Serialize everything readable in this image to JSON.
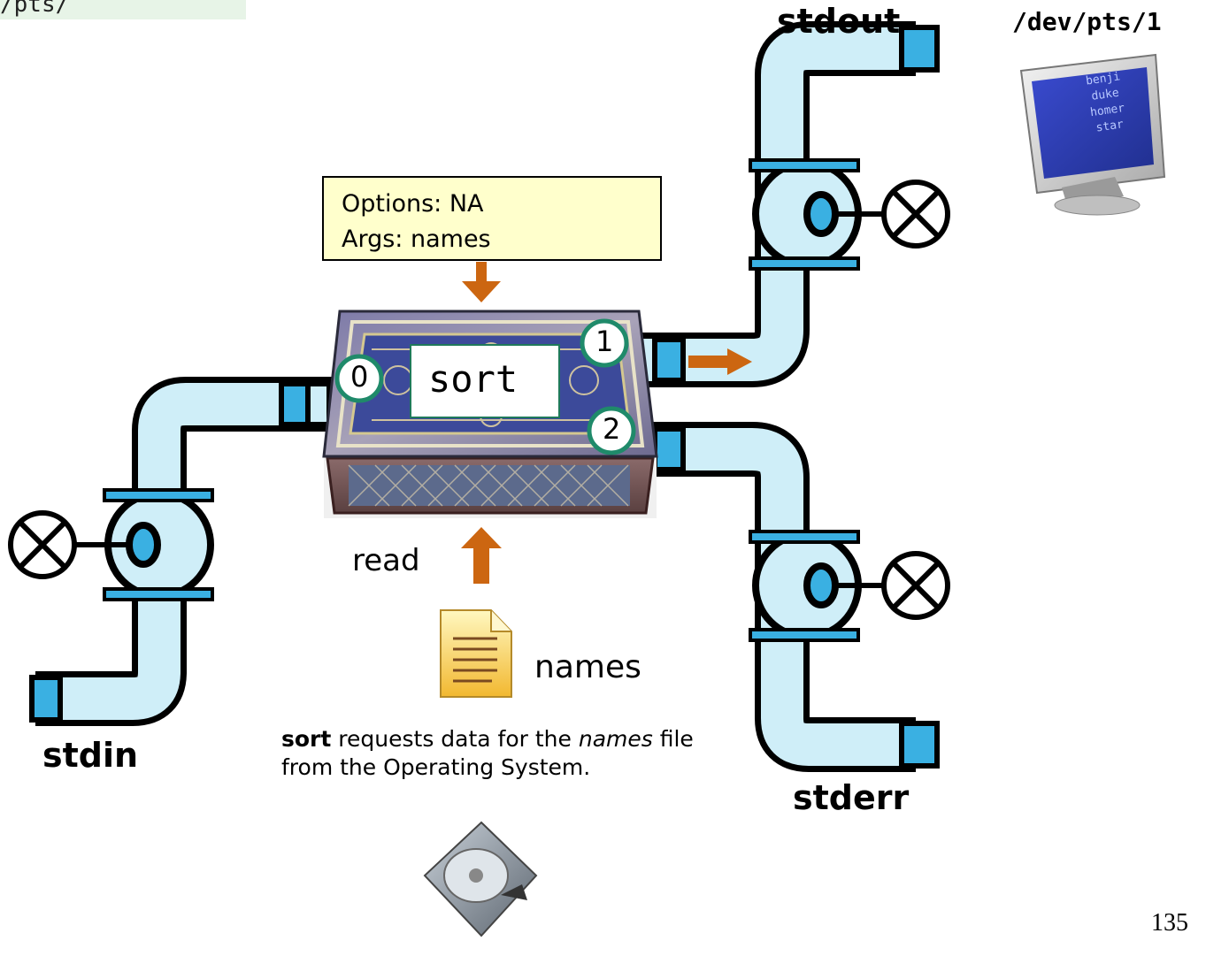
{
  "header_strip": {
    "text": "/pts/"
  },
  "stdout": {
    "label": "stdout"
  },
  "terminal": {
    "device": "/dev/pts/1",
    "lines": [
      "benji",
      "duke",
      "homer",
      "star"
    ]
  },
  "options_box": {
    "options_line": "Options: NA",
    "args_line": "Args: names"
  },
  "command": {
    "name": "sort"
  },
  "fds": {
    "stdin": "0",
    "stdout": "1",
    "stderr": "2"
  },
  "read_label": "read",
  "file": {
    "name": "names"
  },
  "stdin": {
    "label": "stdin"
  },
  "stderr": {
    "label": "stderr"
  },
  "description": {
    "bold": "sort",
    "part1": " requests data for the ",
    "italic": "names",
    "part2": " file from the Operating System."
  },
  "page_number": "135",
  "colors": {
    "pipe_fill": "#cfeef8",
    "pipe_band": "#3ab0e2",
    "arrow": "#cc6611",
    "fd_ring": "#1f8a6a",
    "options_bg": "#ffffcc",
    "screen": "#2f3fb4"
  }
}
